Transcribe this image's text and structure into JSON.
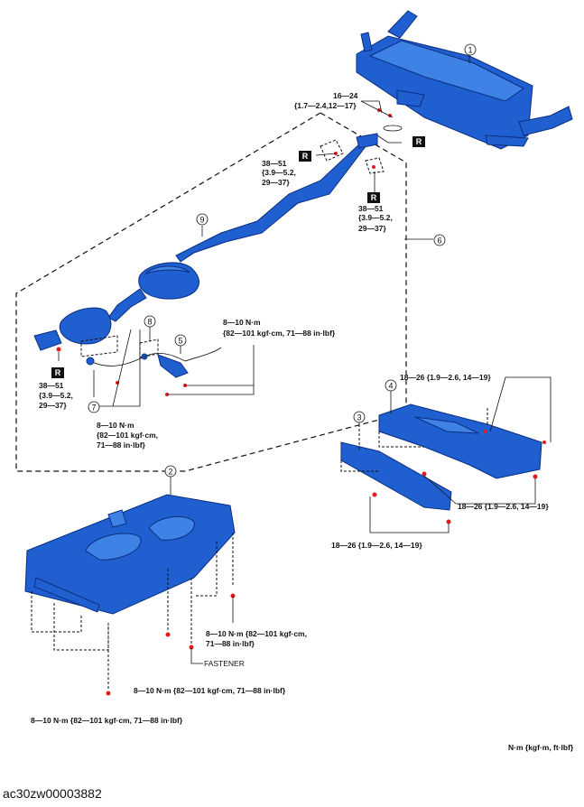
{
  "labels": {
    "t_16_24": "16—24",
    "t_16_24_b": "{1.7—2.4,12—17}",
    "r1_1": "38—51",
    "r1_2": "{3.9—5.2,",
    "r1_3": "29—37}",
    "r2_1": "38—51",
    "r2_2": "{3.9—5.2,",
    "r2_3": "29—37}",
    "r3_1": "38—51",
    "r3_2": "{3.9—5.2,",
    "r3_3": "29—37}",
    "t8_a1": "8—10 N·m",
    "t8_a2": "{82—101 kgf·cm, 71—88 in·lbf}",
    "t8_b1": "8—10 N·m",
    "t8_b2": "{82—101 kgf·cm,",
    "t8_b3": "71—88 in·lbf}",
    "t18_a": "18—26 {1.9—2.6, 14—19}",
    "t18_b": "18—26 {1.9—2.6, 14—19}",
    "t18_c": "18—26 {1.9—2.6, 14—19}",
    "t8_c1": "8—10 N·m {82—101 kgf·cm,",
    "t8_c2": "71—88 in·lbf}",
    "fastener": "FASTENER",
    "t8_d": "8—10 N·m {82—101 kgf·cm, 71—88 in·lbf}",
    "t8_e": "8—10 N·m {82—101 kgf·cm, 71—88 in·lbf}",
    "units": "N·m {kgf·m, ft·lbf}",
    "r_mark": "R",
    "image_code": "ac30zw00003882"
  },
  "callouts": {
    "c1": "1",
    "c2": "2",
    "c3": "3",
    "c4": "4",
    "c5": "5",
    "c6": "6",
    "c7": "7",
    "c8": "8",
    "c9": "9"
  },
  "colors": {
    "part_blue": "#1f5fcf",
    "part_outline": "#0b2f80",
    "fastener_red": "#e31b1b"
  }
}
